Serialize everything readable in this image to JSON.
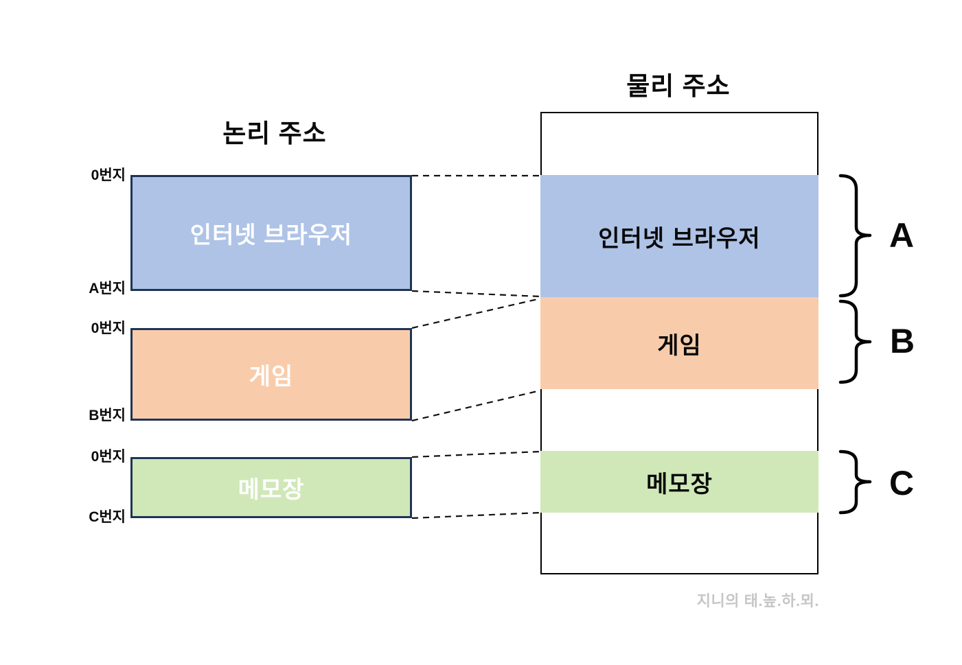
{
  "diagram": {
    "left": {
      "title": "논리 주소",
      "boxes": [
        {
          "label": "인터넷 브라우저",
          "top_addr": "0번지",
          "bottom_addr": "A번지",
          "fill": "#aec3e6"
        },
        {
          "label": "게임",
          "top_addr": "0번지",
          "bottom_addr": "B번지",
          "fill": "#f8ccab"
        },
        {
          "label": "메모장",
          "top_addr": "0번지",
          "bottom_addr": "C번지",
          "fill": "#d0e8b8"
        }
      ]
    },
    "right": {
      "title": "물리 주소",
      "segments": [
        {
          "label": "인터넷 브라우저",
          "fill": "#aec3e6",
          "bracket_letter": "A"
        },
        {
          "label": "게임",
          "fill": "#f8ccab",
          "bracket_letter": "B"
        },
        {
          "label": "메모장",
          "fill": "#d0e8b8",
          "bracket_letter": "C"
        }
      ]
    },
    "watermark": "지니의 태.높.하.뫼.",
    "colors": {
      "process_blue": "#aec3e6",
      "process_orange": "#f8ccab",
      "process_green": "#d0e8b8",
      "logical_box_border": "#1f3456",
      "physical_box_border": "#000000",
      "dashed_line": "#111111",
      "watermark_gray": "#c6c6c6"
    }
  }
}
